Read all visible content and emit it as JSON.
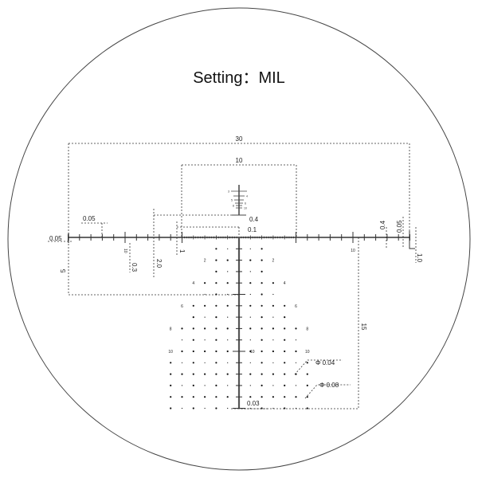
{
  "title": "Setting：MIL",
  "unit": "MIL",
  "colors": {
    "ink": "#222222",
    "background": "#ffffff"
  },
  "dimensions": {
    "total_width": "30",
    "center_width": "10",
    "left_drop": "5",
    "right_drop": "15",
    "ladder_gap_top": "0.4",
    "ladder_gap_bottom": "0.1",
    "left_end": "0.05",
    "tick_width": "0.05",
    "tick_height_small": "0.3",
    "tick_height_large": "2.0",
    "right_tick_height": "0.4",
    "right_end": "0.05",
    "right_bracket": "1.0",
    "dot_small": "Φ 0.04",
    "dot_large": "Φ 0.08",
    "stem_width": "0.03",
    "center_tick": "1"
  },
  "scale_labels": {
    "left10": "10",
    "right10": "10",
    "vertical10": "10"
  },
  "ladder_labels": [
    "3",
    "4",
    "5",
    "6",
    "8",
    "10"
  ],
  "row_labels": [
    "2",
    "4",
    "6",
    "8",
    "10"
  ]
}
